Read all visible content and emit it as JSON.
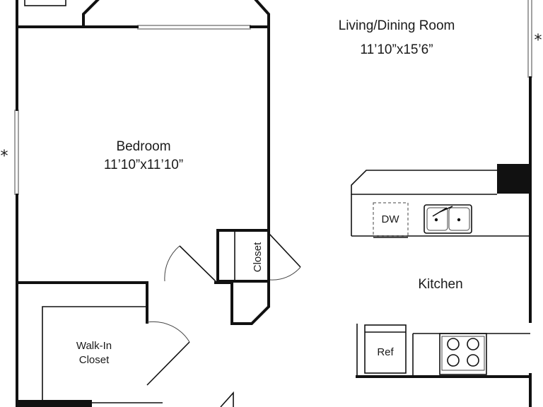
{
  "rooms": {
    "living": {
      "name": "Living/Dining Room",
      "size": "11’10”x15’6”"
    },
    "bedroom": {
      "name": "Bedroom",
      "size": "11’10”x11’10”"
    },
    "kitchen": {
      "name": "Kitchen"
    },
    "walkin": {
      "line1": "Walk-In",
      "line2": "Closet"
    },
    "closet": {
      "name": "Closet"
    }
  },
  "appliances": {
    "dishwasher": "DW",
    "refrigerator": "Ref"
  },
  "markers": {
    "window_mark": "*"
  },
  "colors": {
    "wall": "#111111",
    "background": "#ffffff"
  }
}
